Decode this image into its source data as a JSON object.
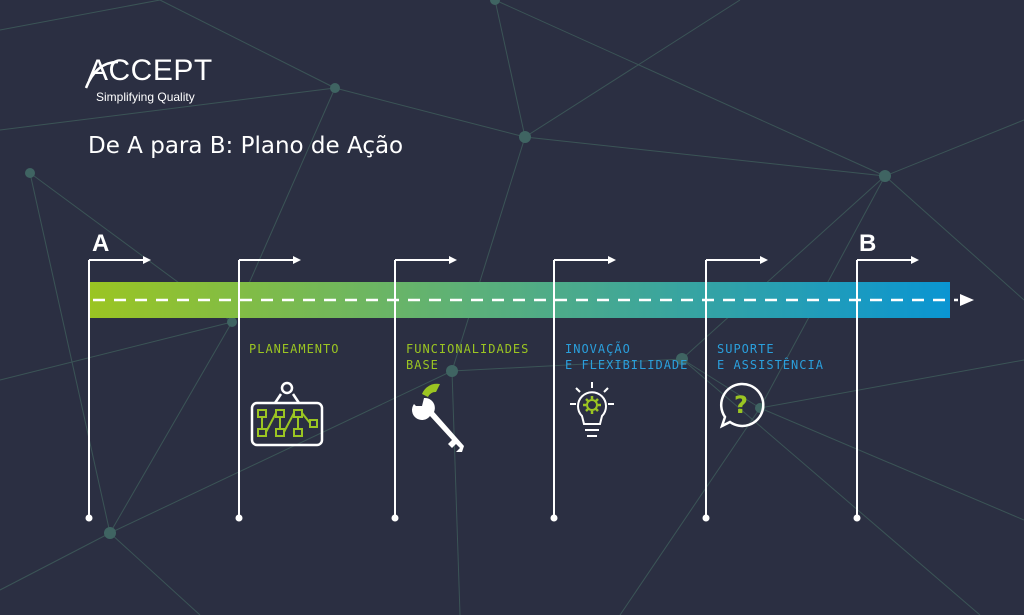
{
  "logo": {
    "wordmark": "ACCEPT",
    "tagline": "Simplifying Quality"
  },
  "title": "De A para B: Plano de Ação",
  "timeline": {
    "start_label": "A",
    "end_label": "B",
    "colors": {
      "background": "#2b2f42",
      "gradient_start": "#9bc522",
      "gradient_end": "#0a95d2",
      "line": "#ffffff"
    }
  },
  "stages": [
    {
      "lines": [
        "Planeamento"
      ],
      "color": "#9bc522",
      "icon": "flowchart-board-icon"
    },
    {
      "lines": [
        "Funcionalidades",
        "Base"
      ],
      "color": "#9bc522",
      "icon": "key-wrench-icon"
    },
    {
      "lines": [
        "Inovação",
        "e Flexibilidade"
      ],
      "color": "#2a9fdc",
      "icon": "lightbulb-gear-icon"
    },
    {
      "lines": [
        "Suporte",
        "e Assistência"
      ],
      "color": "#2a9fdc",
      "icon": "question-bubble-icon"
    }
  ]
}
